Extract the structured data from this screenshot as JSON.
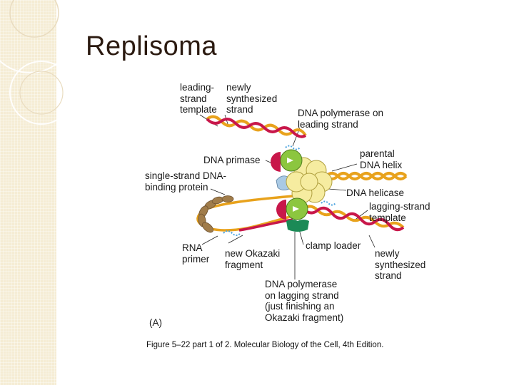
{
  "slide": {
    "title": "Replisoma"
  },
  "labels": {
    "leading_template": "leading-\nstrand\ntemplate",
    "newly_top": "newly\nsynthesized\nstrand",
    "pol_leading": "DNA polymerase on\nleading strand",
    "primase": "DNA primase",
    "parental": "parental\nDNA helix",
    "ssb": "single-strand DNA-\nbinding protein",
    "helicase": "DNA helicase",
    "lagging_template": "lagging-strand\ntemplate",
    "rna_primer": "RNA\nprimer",
    "okazaki": "new Okazaki\nfragment",
    "clamp_loader": "clamp loader",
    "newly_bottom": "newly\nsynthesized\nstrand",
    "pol_lagging": "DNA polymerase\non lagging strand\n(just finishing an\nOkazaki fragment)",
    "panel": "(A)"
  },
  "caption": "Figure 5–22 part 1 of 2. Molecular Biology of the Cell, 4th Edition.",
  "colors": {
    "template_strand": "#e8a21c",
    "new_strand": "#c8174a",
    "polymerase": "#8cc63f",
    "helicase": "#f6eca0",
    "primase": "#a9c9e4",
    "clamp_loader": "#1b8a56",
    "ssb": "#a07c4a",
    "rna_primer": "#4aa3df"
  }
}
